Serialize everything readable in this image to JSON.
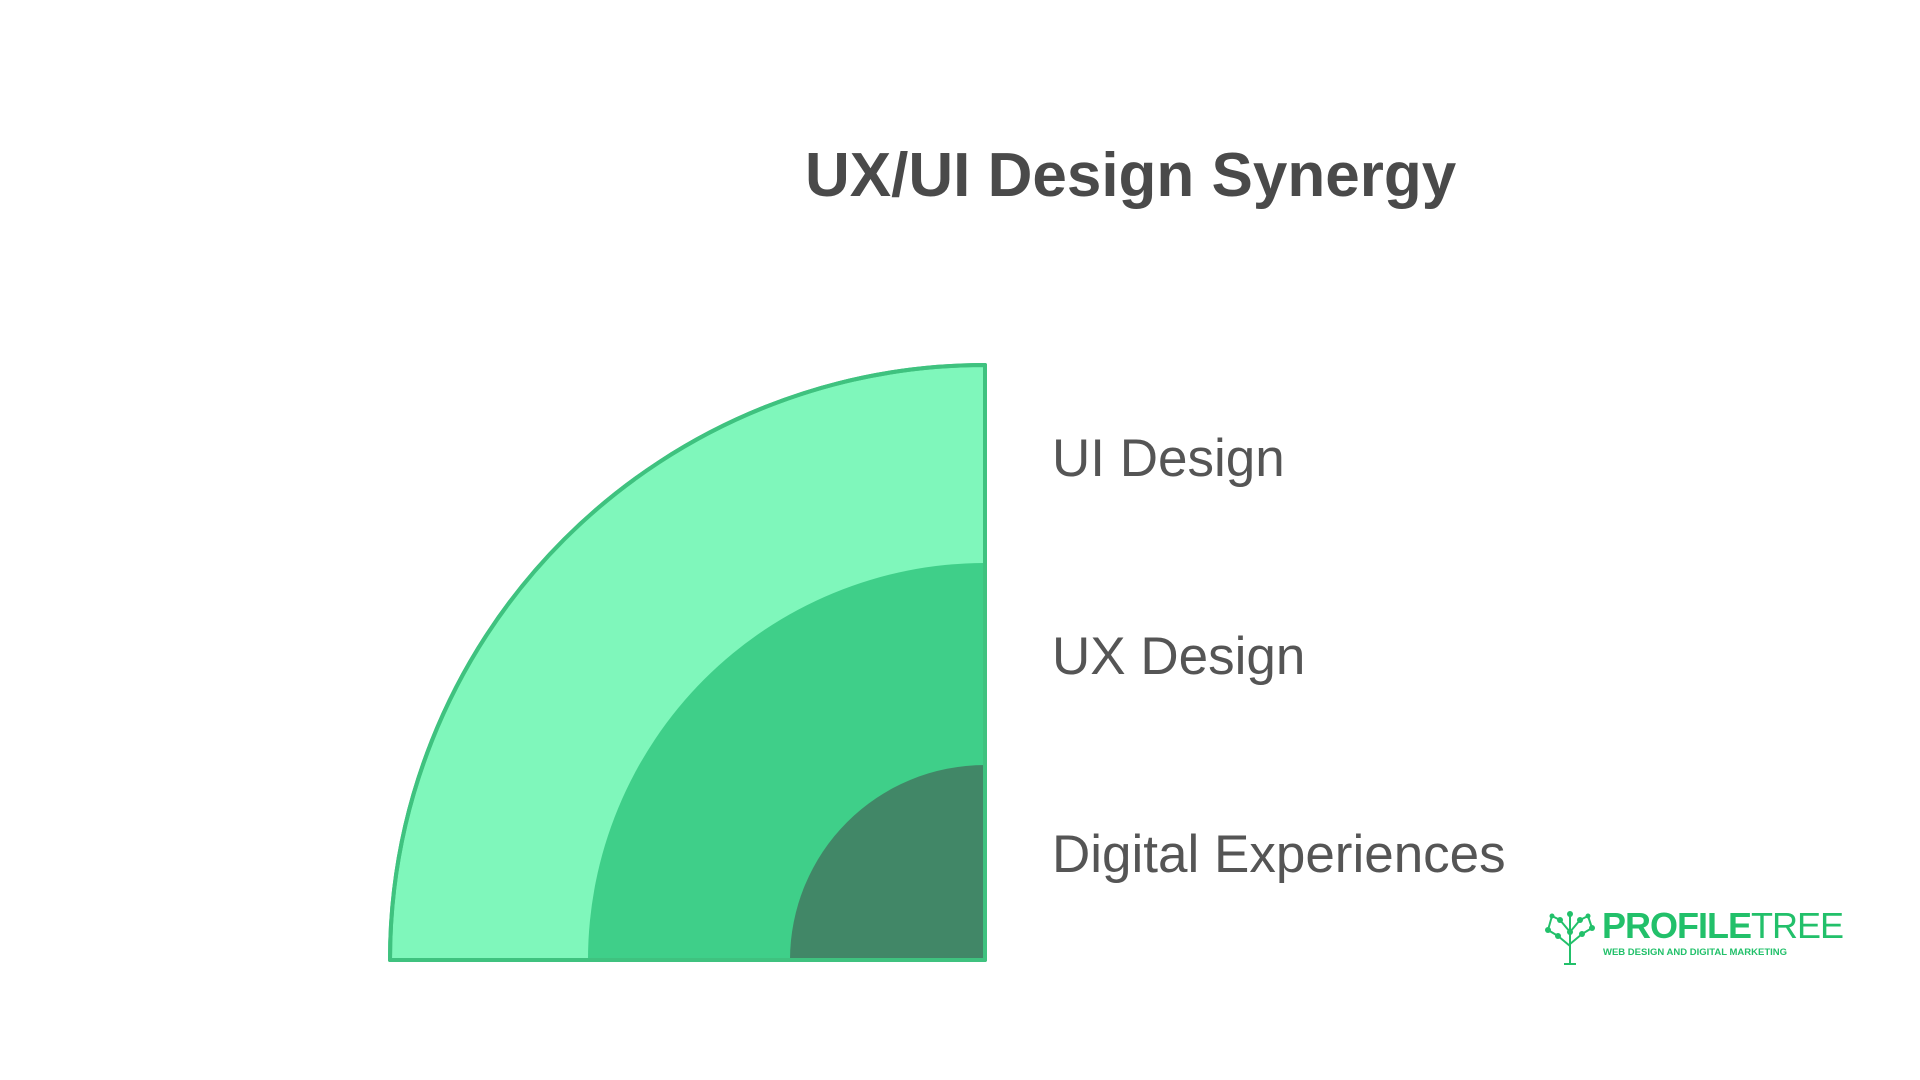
{
  "title": "UX/UI Design Synergy",
  "layers": [
    {
      "label": "UI Design",
      "color": "#7ff7bb"
    },
    {
      "label": "UX Design",
      "color": "#3fcf89"
    },
    {
      "label": "Digital Experiences",
      "color": "#418767"
    }
  ],
  "outline_color": "#3fc27f",
  "logo": {
    "brand_bold": "PROFILE",
    "brand_light": "TREE",
    "tagline": "WEB DESIGN AND DIGITAL MARKETING",
    "color": "#22c06a",
    "icon": "tree-icon"
  }
}
